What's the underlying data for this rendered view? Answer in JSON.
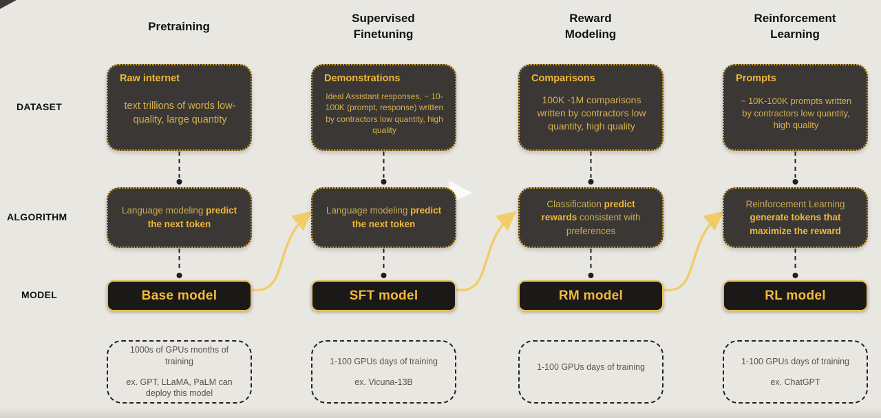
{
  "colors": {
    "background": "#e9e7e1",
    "box_dark": "#3a3734",
    "model_box_dark": "#1b1918",
    "accent_gold": "#f0b83a",
    "muted_gold": "#d6b14d",
    "arrow_gold": "#f1cd69",
    "dashed_connector": "#1f1f1f",
    "compute_text": "#56544d"
  },
  "row_labels": {
    "dataset": "DATASET",
    "algorithm": "ALGORITHM",
    "model": "MODEL"
  },
  "columns": [
    {
      "header_line1": "Pretraining",
      "header_line2": "",
      "dataset_title": "Raw internet",
      "dataset_body": "text trillions of words low-quality, large quantity",
      "algo_pre": "Language modeling ",
      "algo_bold": "predict the next token",
      "algo_post": "",
      "model": "Base model",
      "compute_line1": "1000s of GPUs months of training",
      "compute_line2": "ex. GPT, LLaMA, PaLM can deploy this model"
    },
    {
      "header_line1": "Supervised",
      "header_line2": "Finetuning",
      "dataset_title": "Demonstrations",
      "dataset_body": "Ideal Assistant responses, ~ 10-100K (prompt, response) written by contractors low quantity, high quality",
      "algo_pre": "Language modeling ",
      "algo_bold": "predict the next token",
      "algo_post": "",
      "model": "SFT model",
      "compute_line1": "1-100 GPUs days of training",
      "compute_line2": "ex. Vicuna-13B"
    },
    {
      "header_line1": "Reward",
      "header_line2": "Modeling",
      "dataset_title": "Comparisons",
      "dataset_body": "100K -1M comparisons written by contractors low quantity, high quality",
      "algo_pre": "Classification ",
      "algo_bold": "predict rewards",
      "algo_post": " consistent with preferences",
      "model": "RM model",
      "compute_line1": "1-100 GPUs days of training",
      "compute_line2": ""
    },
    {
      "header_line1": "Reinforcement",
      "header_line2": "Learning",
      "dataset_title": "Prompts",
      "dataset_body": "~ 10K-100K prompts written by contractors low quantity, high quality",
      "algo_pre": "Reinforcement Learning ",
      "algo_bold": "generate tokens that maximize the reward",
      "algo_post": "",
      "model": "RL model",
      "compute_line1": "1-100 GPUs days of training",
      "compute_line2": "ex. ChatGPT"
    }
  ]
}
